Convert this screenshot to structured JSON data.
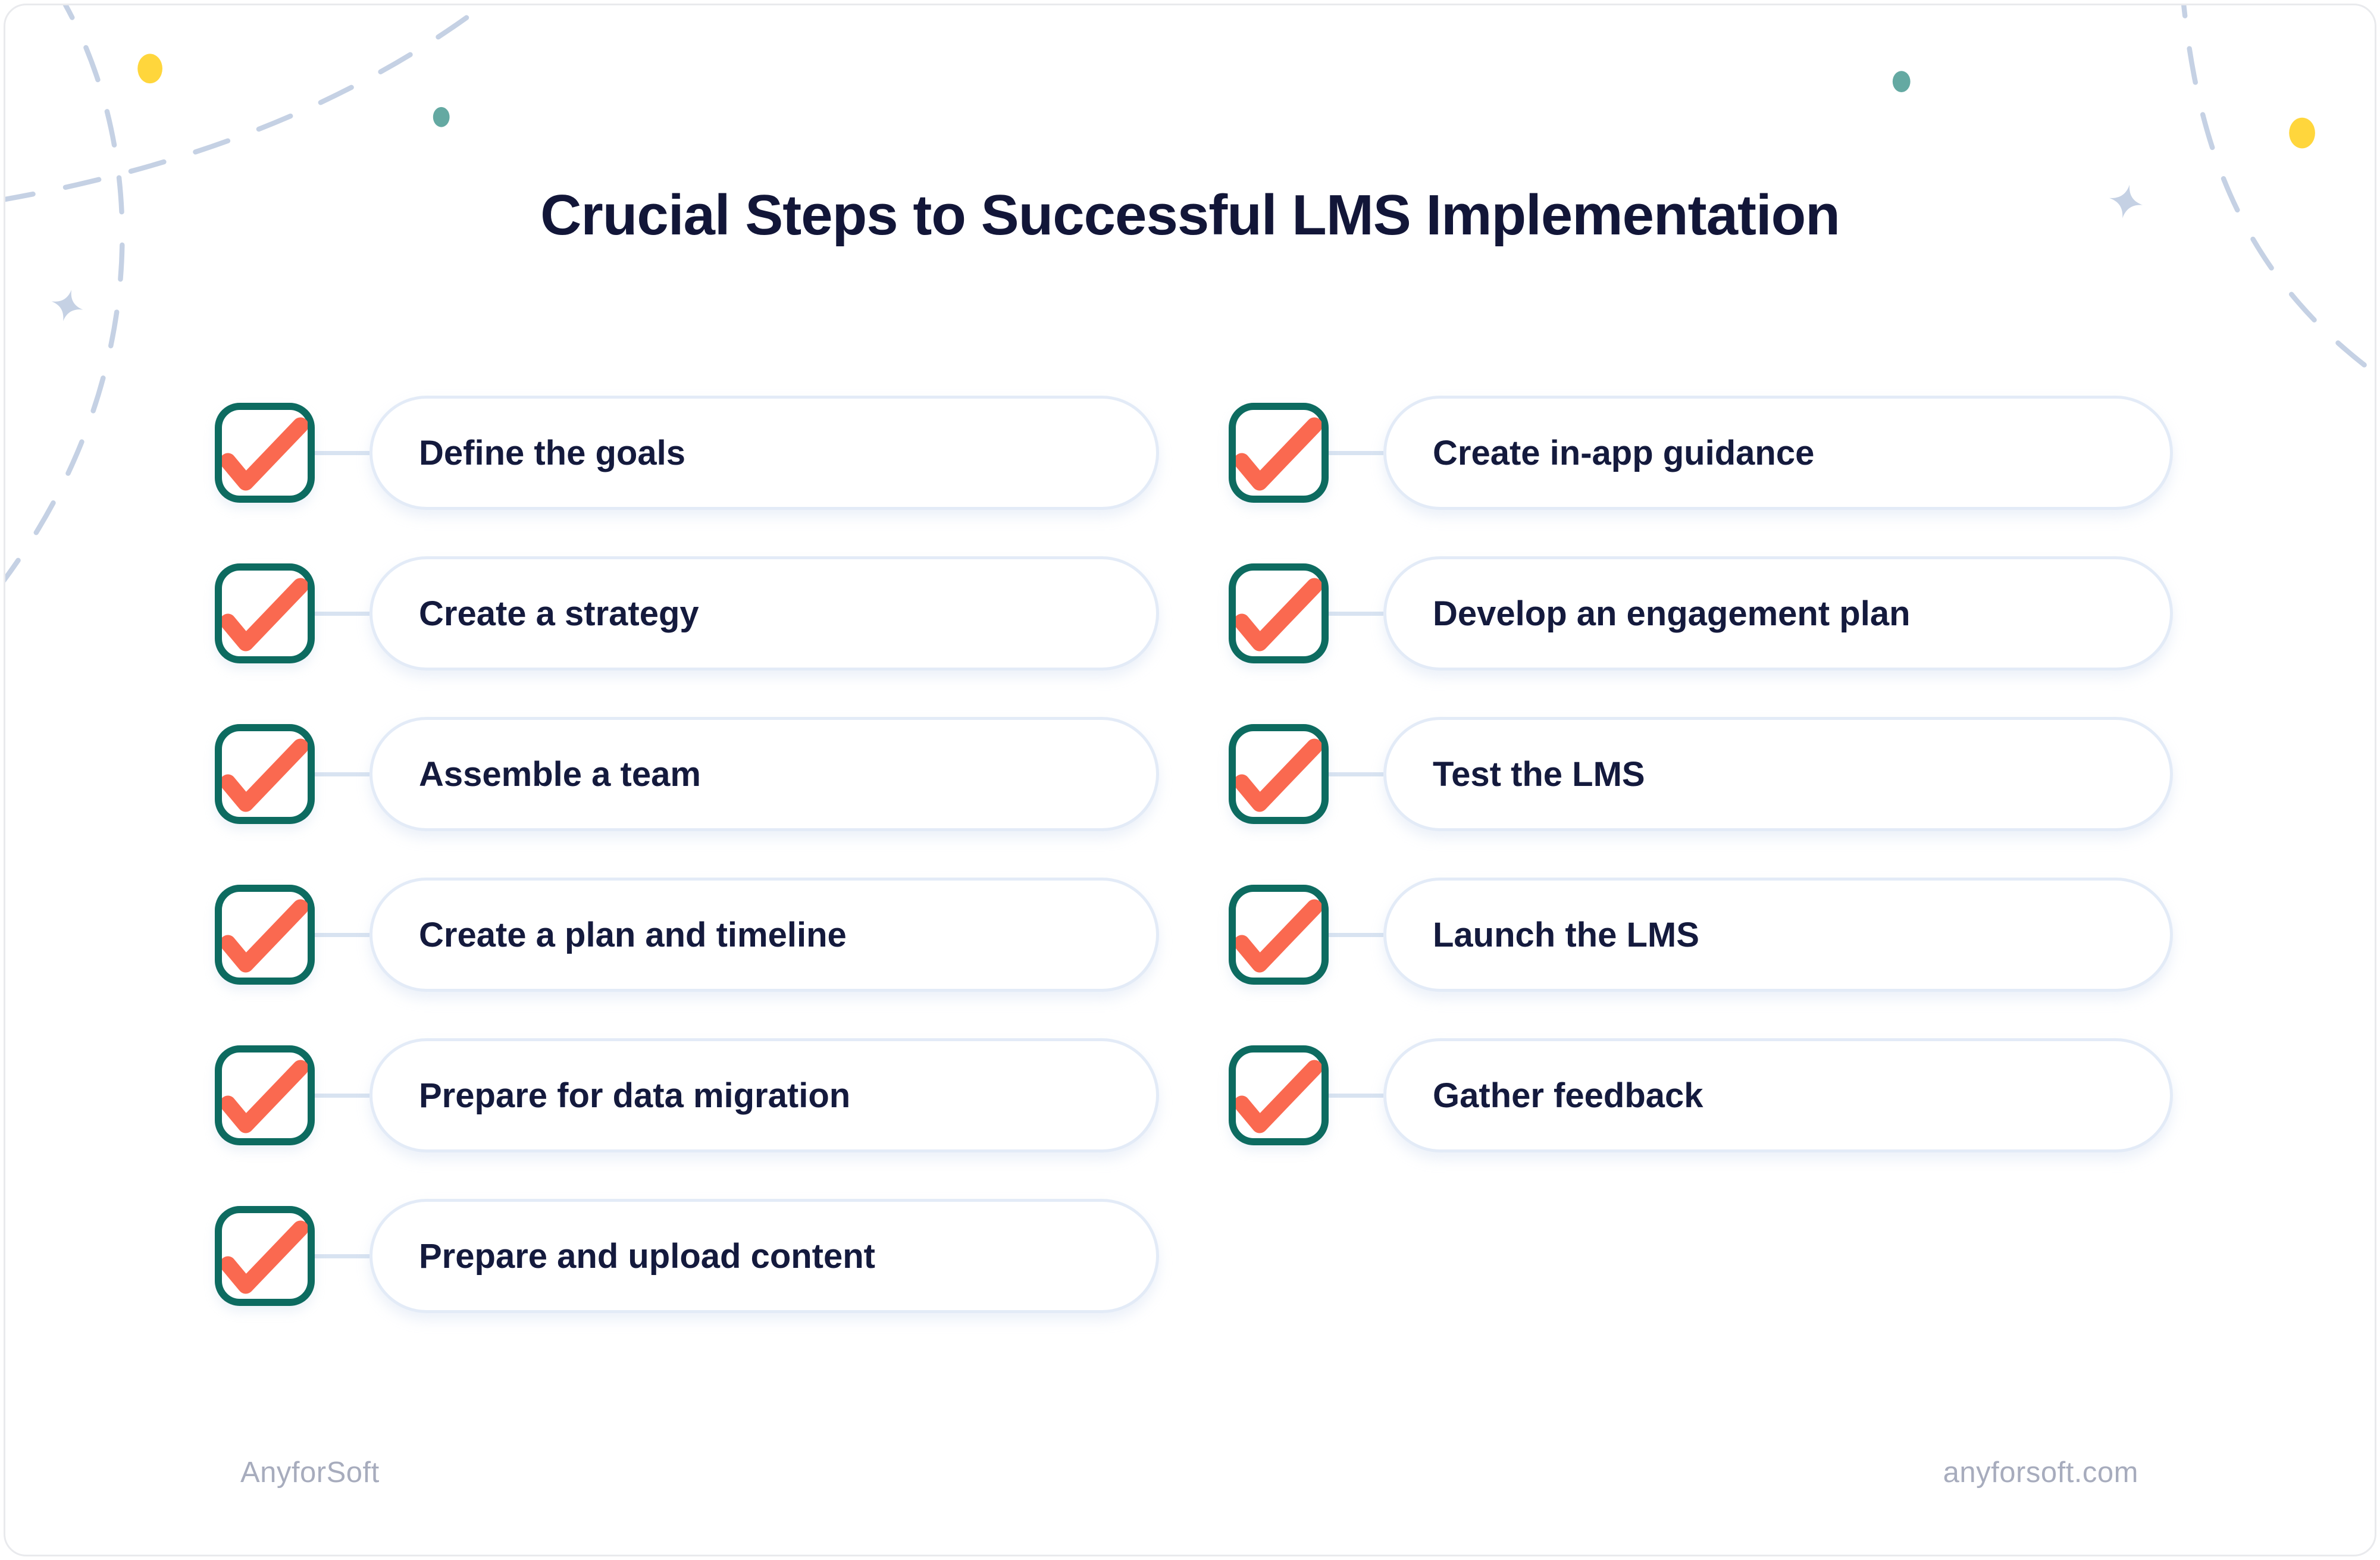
{
  "title": "Crucial Steps to Successful LMS Implementation",
  "checklist": {
    "left": [
      {
        "label": "Define the goals",
        "checked": true
      },
      {
        "label": "Create a strategy",
        "checked": true
      },
      {
        "label": "Assemble a team",
        "checked": true
      },
      {
        "label": "Create a plan and timeline",
        "checked": true
      },
      {
        "label": "Prepare for data migration",
        "checked": true
      },
      {
        "label": "Prepare and upload content",
        "checked": true
      }
    ],
    "right": [
      {
        "label": "Create in-app guidance",
        "checked": true
      },
      {
        "label": "Develop an engagement plan",
        "checked": true
      },
      {
        "label": "Test the LMS",
        "checked": true
      },
      {
        "label": "Launch the LMS",
        "checked": true
      },
      {
        "label": "Gather feedback",
        "checked": true
      }
    ]
  },
  "footer": {
    "brand": "AnyforSoft",
    "website": "anyforsoft.com"
  },
  "icons": {
    "checkmark": "✓",
    "sparkle": "✦",
    "dot": "●"
  },
  "theme": {
    "title-color": "#121638",
    "label-color": "#141A3D",
    "checkbox-border": "#0D6B60",
    "check-color": "#FA6950",
    "pill-border": "#E3EBF7",
    "pill-bg": "#FFFFFF",
    "connector-color": "#D8E3F1",
    "footer-color": "#A7ACBD",
    "dot-yellow": "#FFD63C",
    "dot-teal": "#64A9A2",
    "decor-blue": "#C5D1E4",
    "frame-border": "#E9EAED",
    "background": "#FFFFFF"
  }
}
